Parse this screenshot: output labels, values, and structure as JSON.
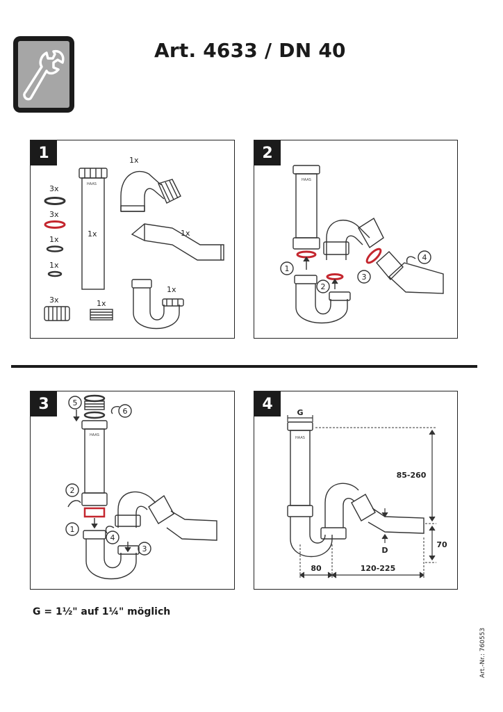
{
  "header": {
    "title": "Art. 4633 / DN 40"
  },
  "panels": [
    {
      "number": "1",
      "labels": {
        "ring_black": "3x",
        "ring_red": "3x",
        "ring_small1": "1x",
        "ring_small2": "1x",
        "nuts": "3x",
        "thread": "1x",
        "tube": "1x",
        "elbow": "1x",
        "bend": "1x",
        "utrap": "1x"
      },
      "logo_text": "HAAS"
    },
    {
      "number": "2",
      "steps": [
        "1",
        "2",
        "3",
        "4"
      ],
      "logo_text": "HAAS"
    },
    {
      "number": "3",
      "steps": [
        "1",
        "2",
        "3",
        "4",
        "5",
        "6"
      ],
      "logo_text": "HAAS"
    },
    {
      "number": "4",
      "dims": {
        "g": "G",
        "height": "85-260",
        "offset": "70",
        "d": "D",
        "left": "80",
        "right": "120-225"
      },
      "logo_text": "HAAS"
    }
  ],
  "footnote": "G = 1½\" auf 1¼\" möglich",
  "article_number": "Art.-Nr.: 760553",
  "colors": {
    "ink": "#1b1b1b",
    "icon_bg": "#a6a6a6",
    "red_seal": "#c4262e"
  },
  "icons": {
    "tool": "wrench-icon"
  }
}
